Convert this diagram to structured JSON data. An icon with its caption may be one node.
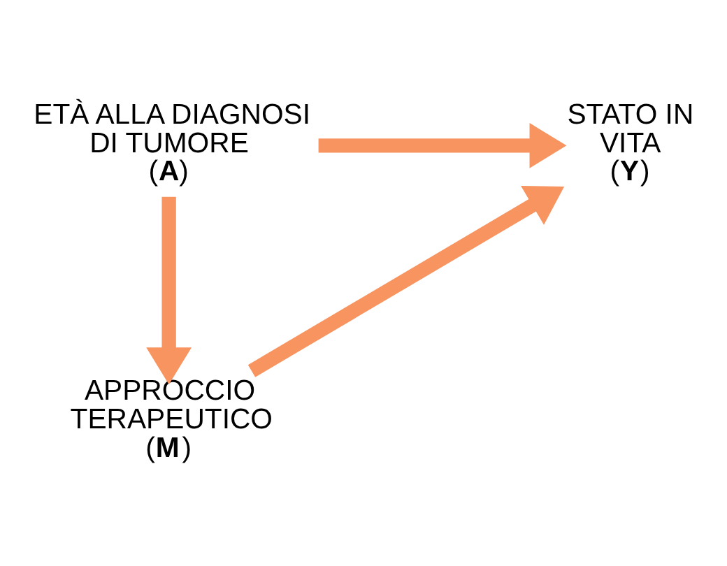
{
  "diagram": {
    "nodes": [
      {
        "text": [
          "ETÀ ALLA DIAGNOSI DI TUMORE",
          "(**A**)"
        ]
      },
      {
        "text": [
          "STATO IN VITA",
          "(**Y**)"
        ]
      },
      {
        "text": [
          "APPROCCIO TERAPEUTICO",
          "(**M**)"
        ]
      }
    ],
    "edges": [
      {
        "from": 0,
        "to": 1,
        "arrow": "to"
      },
      {
        "from": 0,
        "to": 2,
        "arrow": "to"
      },
      {
        "from": 2,
        "to": 1,
        "arrow": "to"
      }
    ]
  }
}
